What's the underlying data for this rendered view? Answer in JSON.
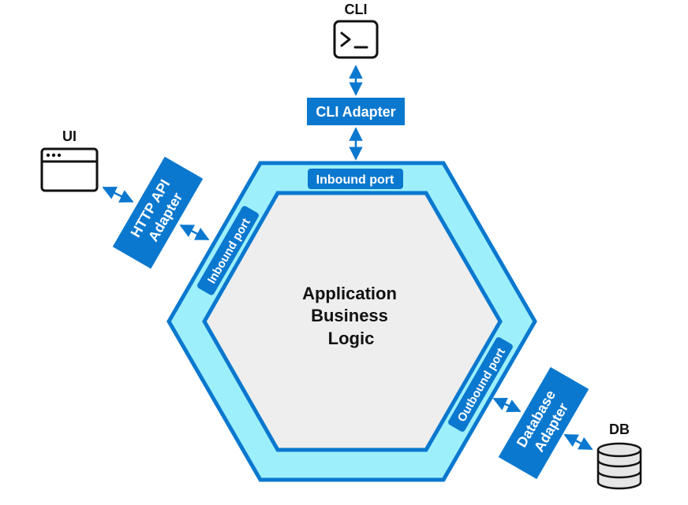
{
  "icons": {
    "cli": "terminal-icon",
    "ui": "browser-window-icon",
    "db": "database-icon"
  },
  "labels": {
    "cli": "CLI",
    "ui": "UI",
    "db": "DB"
  },
  "adapters": {
    "cli": "CLI Adapter",
    "http_line1": "HTTP API",
    "http_line2": "Adapter",
    "database_line1": "Database",
    "database_line2": "Adapter"
  },
  "ports": {
    "inbound_top": "Inbound port",
    "inbound_left": "Inbound port",
    "outbound_right": "Outbound port"
  },
  "core": {
    "line1": "Application",
    "line2": "Business",
    "line3": "Logic"
  },
  "colors": {
    "adapter_blue": "#0b78cf",
    "ring_fill": "#9df0fb",
    "ring_stroke": "#0b78cf",
    "core_fill": "#eeeeee",
    "icon_stroke": "#111111"
  }
}
